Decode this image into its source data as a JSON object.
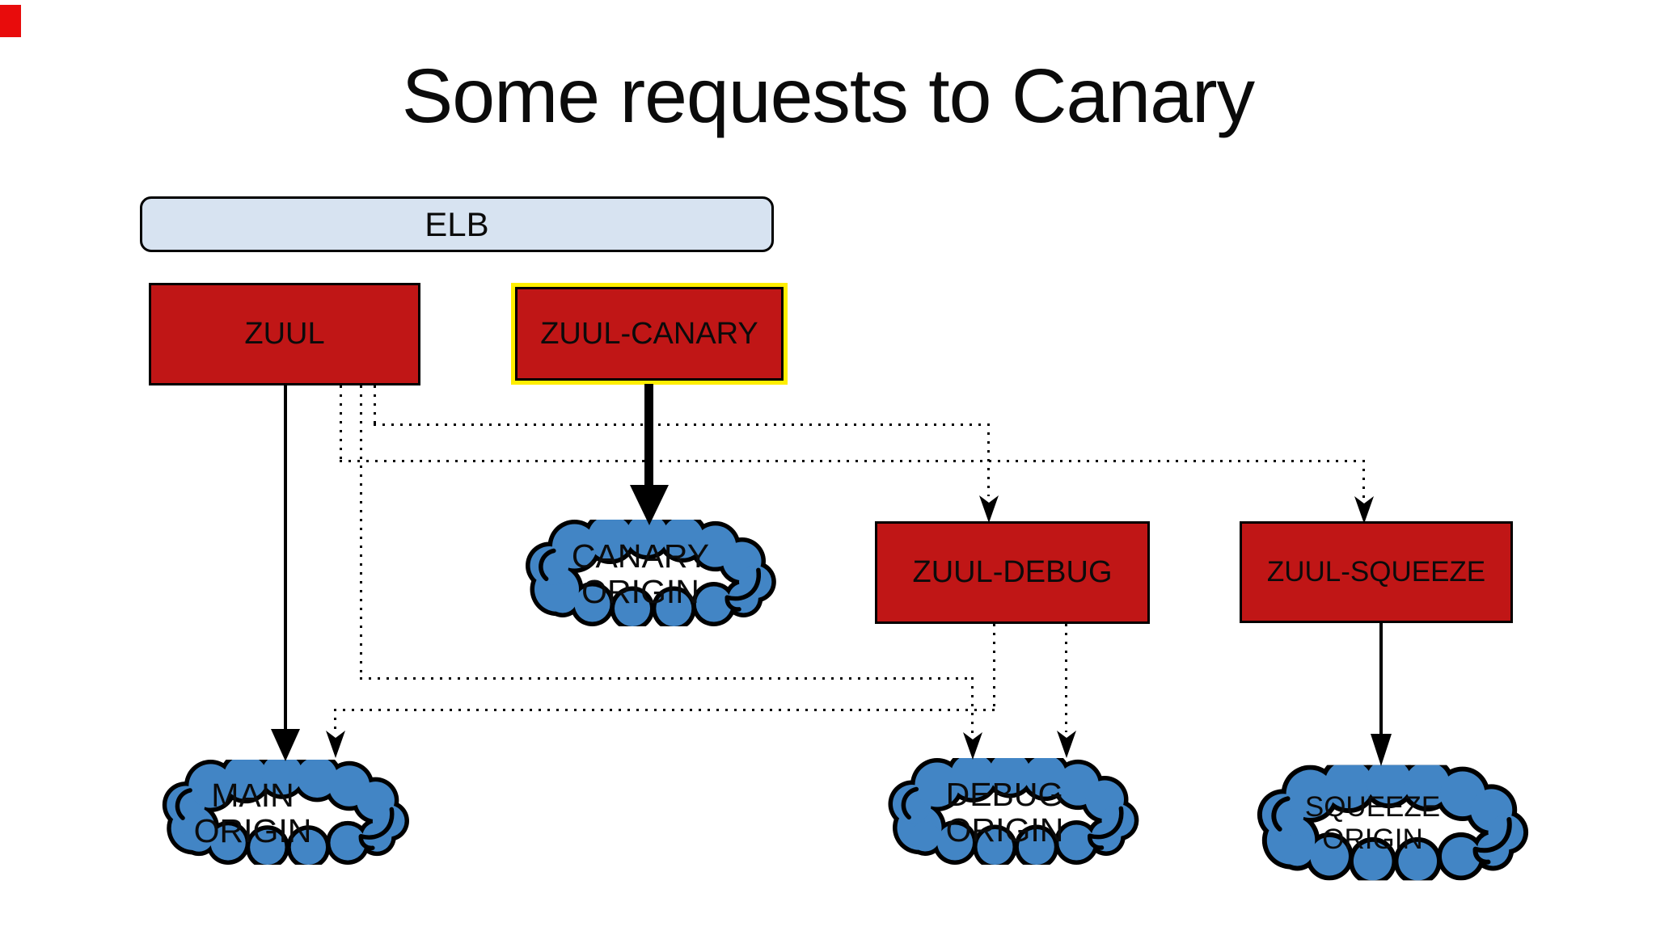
{
  "title": "Some requests to Canary",
  "colors": {
    "box_red": "#c01616",
    "canary_highlight_yellow": "#ffee00",
    "elb_fill": "#d7e3f1",
    "cloud_fill": "#4285c5",
    "line_black": "#000000",
    "corner_marker_red": "#e80c0c",
    "background": "#ffffff"
  },
  "nodes": {
    "elb": {
      "label": "ELB",
      "type": "load-balancer"
    },
    "zuul": {
      "label": "ZUUL",
      "type": "service"
    },
    "zuul_canary": {
      "label": "ZUUL-CANARY",
      "type": "service",
      "highlighted": true
    },
    "zuul_debug": {
      "label": "ZUUL-DEBUG",
      "type": "service"
    },
    "zuul_squeeze": {
      "label": "ZUUL-SQUEEZE",
      "type": "service"
    },
    "main_origin": {
      "line1": "MAIN",
      "line2": "ORIGIN",
      "type": "cloud"
    },
    "canary_origin": {
      "line1": "CANARY",
      "line2": "ORIGIN",
      "type": "cloud"
    },
    "debug_origin": {
      "line1": "DEBUG",
      "line2": "ORIGIN",
      "type": "cloud"
    },
    "squeeze_origin": {
      "line1": "SQUEEZE",
      "line2": "ORIGIN",
      "type": "cloud"
    }
  },
  "edges": [
    {
      "from": "ZUUL",
      "to": "MAIN ORIGIN",
      "style": "solid-arrow"
    },
    {
      "from": "ZUUL-CANARY",
      "to": "CANARY ORIGIN",
      "style": "thick-solid-arrow"
    },
    {
      "from": "ZUUL",
      "to": "ZUUL-DEBUG",
      "style": "dotted-arrow"
    },
    {
      "from": "ZUUL",
      "to": "ZUUL-SQUEEZE",
      "style": "dotted-arrow"
    },
    {
      "from": "ZUUL",
      "to": "DEBUG ORIGIN",
      "style": "dotted-arrow"
    },
    {
      "from": "ZUUL-DEBUG",
      "to": "MAIN ORIGIN",
      "style": "dotted-arrow"
    },
    {
      "from": "ZUUL-DEBUG",
      "to": "DEBUG ORIGIN",
      "style": "dotted-arrow"
    },
    {
      "from": "ZUUL-SQUEEZE",
      "to": "SQUEEZE ORIGIN",
      "style": "solid-arrow"
    }
  ]
}
